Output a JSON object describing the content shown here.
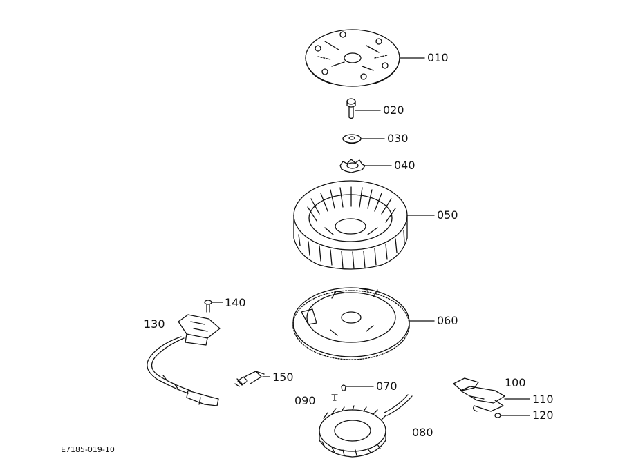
{
  "diagram": {
    "drawing_id": "E7185-019-10",
    "ink_color": "#111111",
    "background": "#ffffff",
    "parts": [
      {
        "id": "p010",
        "label": "010"
      },
      {
        "id": "p020",
        "label": "020"
      },
      {
        "id": "p030",
        "label": "030"
      },
      {
        "id": "p040",
        "label": "040"
      },
      {
        "id": "p050",
        "label": "050"
      },
      {
        "id": "p060",
        "label": "060"
      },
      {
        "id": "p070",
        "label": "070"
      },
      {
        "id": "p080",
        "label": "080"
      },
      {
        "id": "p090",
        "label": "090"
      },
      {
        "id": "p100",
        "label": "100"
      },
      {
        "id": "p110",
        "label": "110"
      },
      {
        "id": "p120",
        "label": "120"
      },
      {
        "id": "p130",
        "label": "130"
      },
      {
        "id": "p140",
        "label": "140"
      },
      {
        "id": "p150",
        "label": "150"
      }
    ]
  }
}
